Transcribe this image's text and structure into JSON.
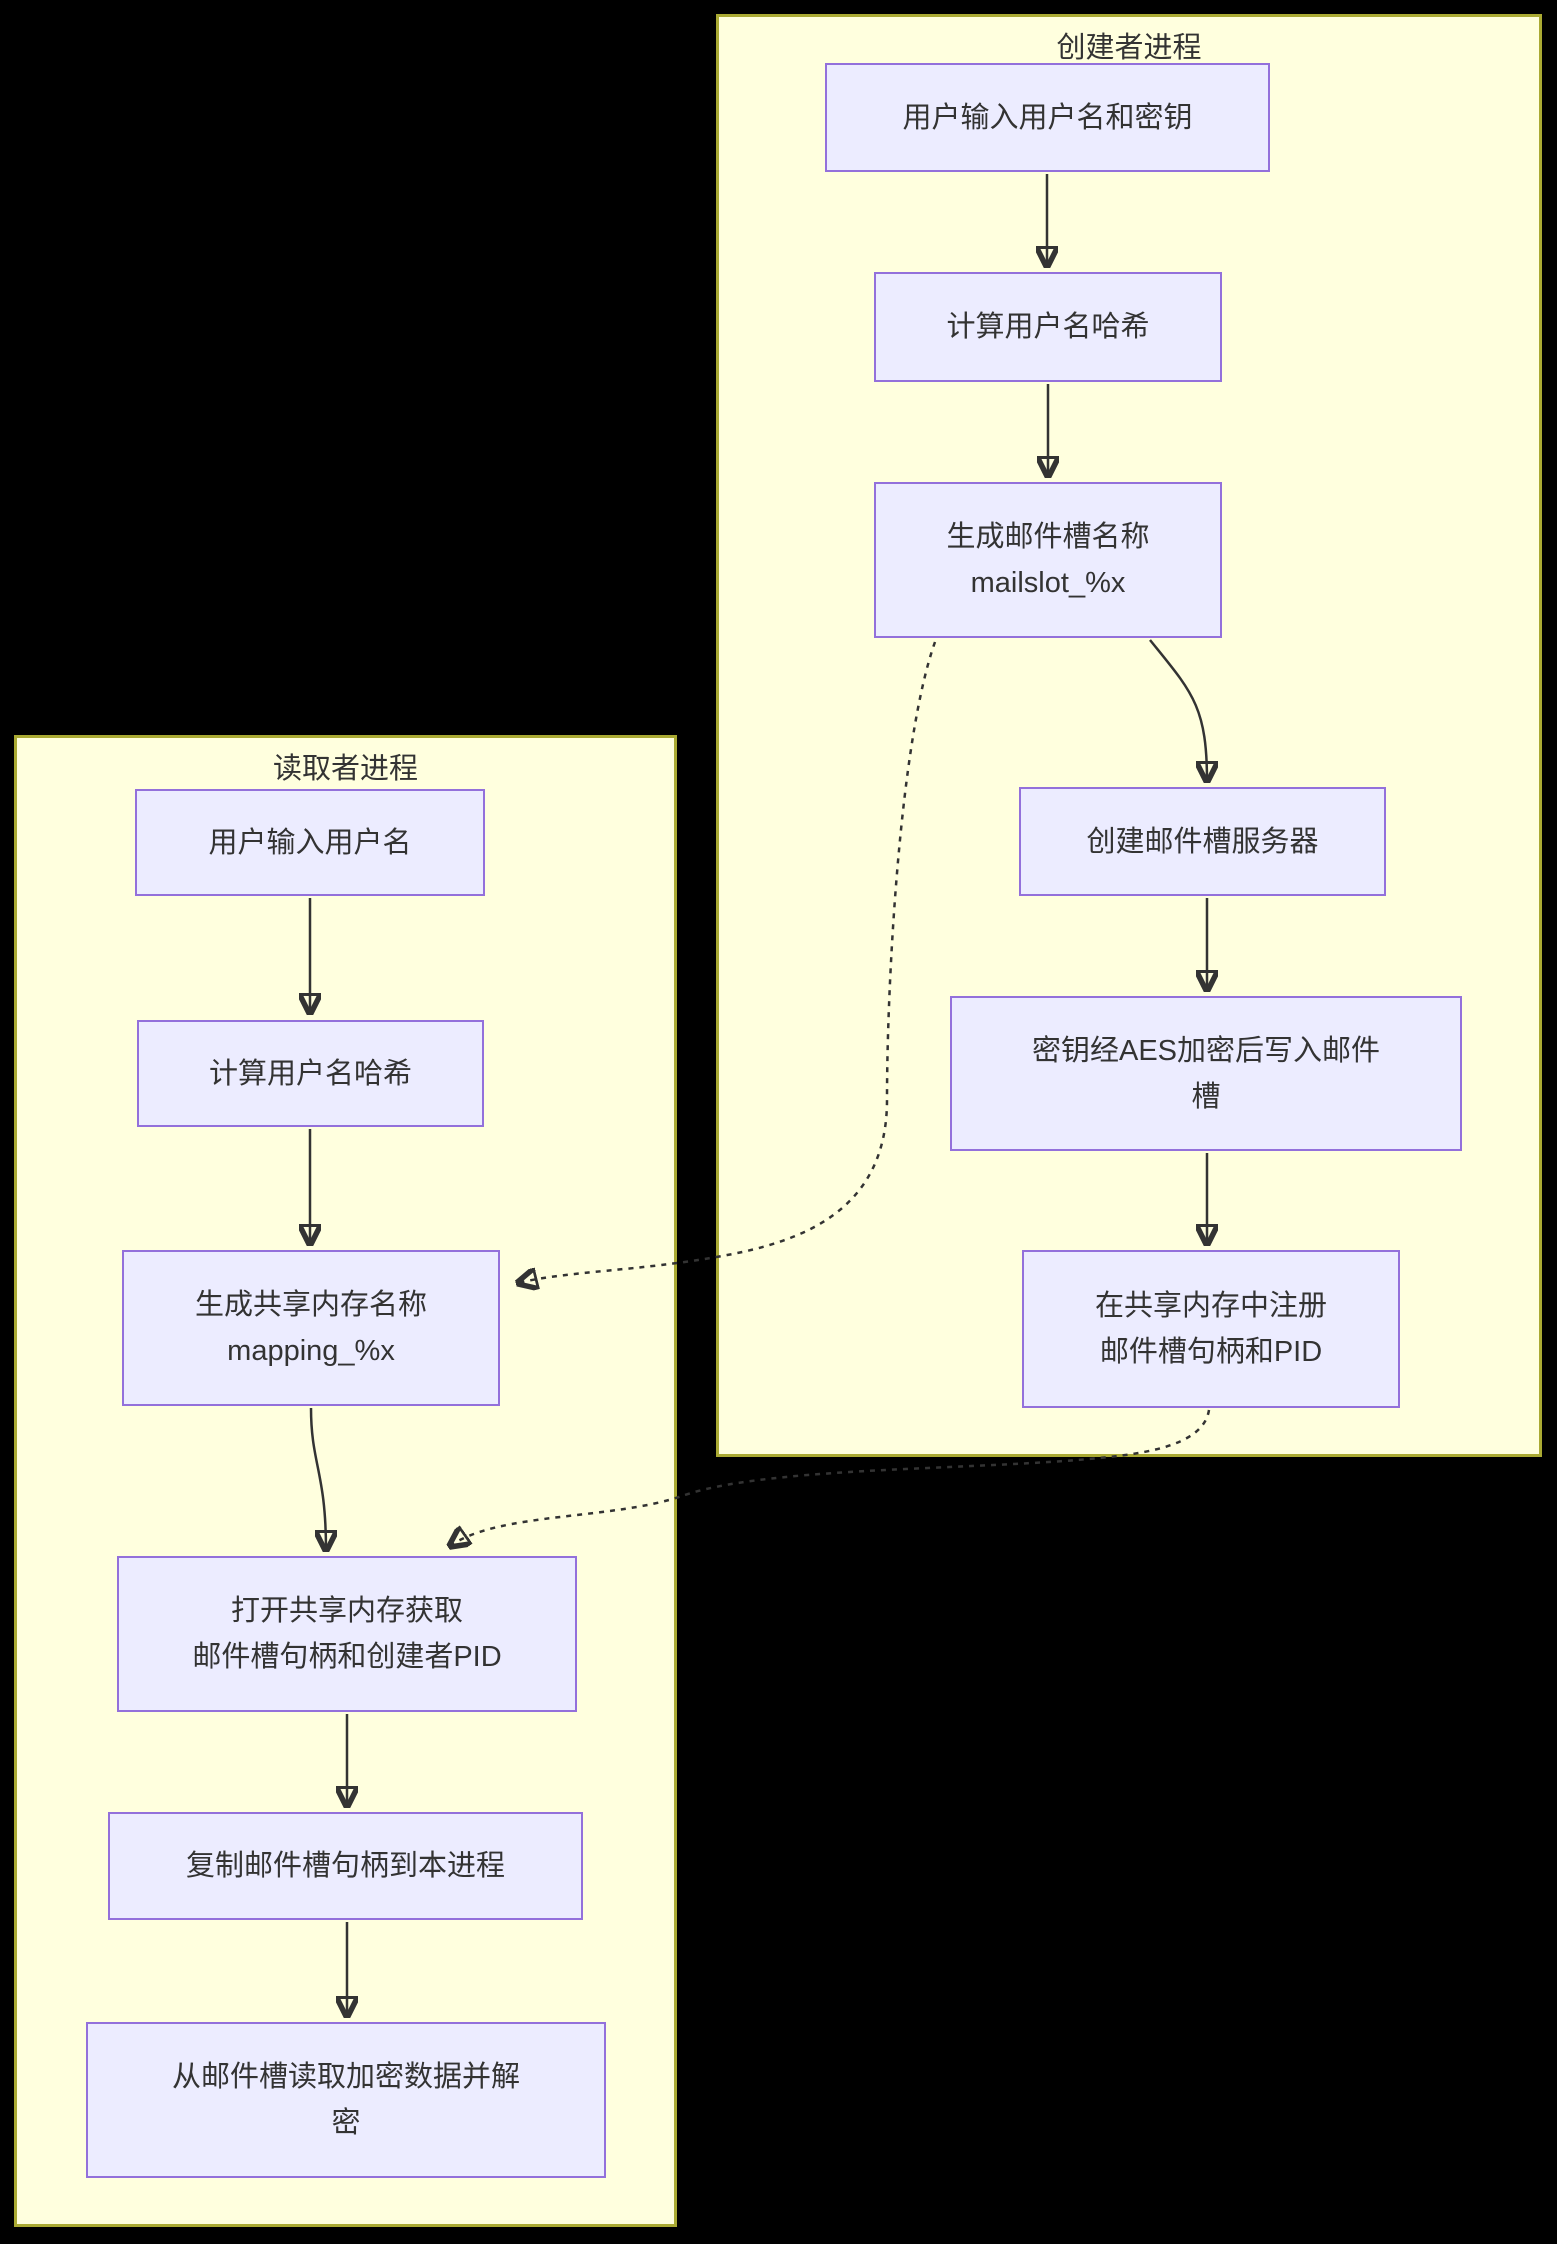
{
  "diagram": {
    "type": "flowchart",
    "background": "#000000"
  },
  "colors": {
    "cluster_fill": "#ffffde",
    "cluster_border": "#aaaa33",
    "node_fill": "#ececff",
    "node_border": "#9370db",
    "text": "#333333",
    "edge": "#333333"
  },
  "clusters": {
    "creator": {
      "label": "创建者进程"
    },
    "reader": {
      "label": "读取者进程"
    }
  },
  "nodes": {
    "creator_input": {
      "label": "用户输入用户名和密钥"
    },
    "creator_hash": {
      "label": "计算用户名哈希"
    },
    "creator_mailslot": {
      "line1": "生成邮件槽名称",
      "line2": "mailslot_%x"
    },
    "creator_server": {
      "label": "创建邮件槽服务器"
    },
    "creator_write": {
      "line1": "密钥经AES加密后写入邮件",
      "line2": "槽"
    },
    "creator_register": {
      "line1": "在共享内存中注册",
      "line2": "邮件槽句柄和PID"
    },
    "reader_input": {
      "label": "用户输入用户名"
    },
    "reader_hash": {
      "label": "计算用户名哈希"
    },
    "reader_mapping": {
      "line1": "生成共享内存名称",
      "line2": "mapping_%x"
    },
    "reader_open": {
      "line1": "打开共享内存获取",
      "line2": "邮件槽句柄和创建者PID"
    },
    "reader_dup": {
      "label": "复制邮件槽句柄到本进程"
    },
    "reader_read": {
      "line1": "从邮件槽读取加密数据并解",
      "line2": "密"
    }
  },
  "edges": [
    {
      "from": "creator_input",
      "to": "creator_hash",
      "style": "solid"
    },
    {
      "from": "creator_hash",
      "to": "creator_mailslot",
      "style": "solid"
    },
    {
      "from": "creator_mailslot",
      "to": "creator_server",
      "style": "solid"
    },
    {
      "from": "creator_server",
      "to": "creator_write",
      "style": "solid"
    },
    {
      "from": "creator_write",
      "to": "creator_register",
      "style": "solid"
    },
    {
      "from": "reader_input",
      "to": "reader_hash",
      "style": "solid"
    },
    {
      "from": "reader_hash",
      "to": "reader_mapping",
      "style": "solid"
    },
    {
      "from": "reader_mapping",
      "to": "reader_open",
      "style": "solid"
    },
    {
      "from": "reader_open",
      "to": "reader_dup",
      "style": "solid"
    },
    {
      "from": "reader_dup",
      "to": "reader_read",
      "style": "solid"
    },
    {
      "from": "creator_mailslot",
      "to": "reader_mapping",
      "style": "dotted"
    },
    {
      "from": "creator_register",
      "to": "reader_open",
      "style": "dotted"
    }
  ]
}
